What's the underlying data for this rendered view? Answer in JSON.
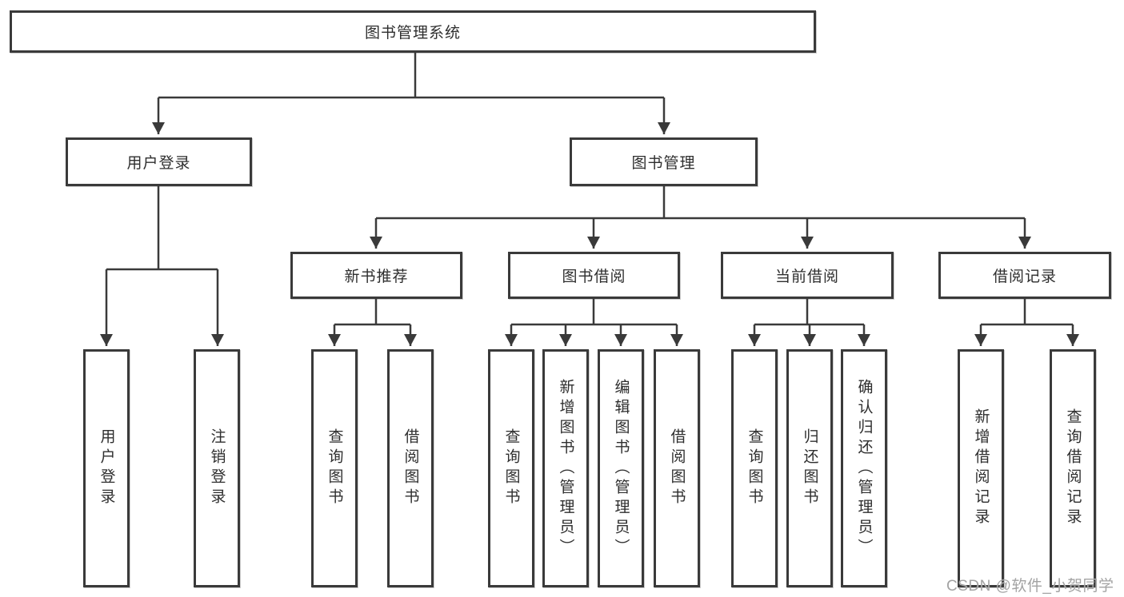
{
  "diagram": {
    "root": {
      "label": "图书管理系统"
    },
    "level2": [
      {
        "label": "用户登录"
      },
      {
        "label": "图书管理"
      }
    ],
    "level3": [
      {
        "label": "新书推荐"
      },
      {
        "label": "图书借阅"
      },
      {
        "label": "当前借阅"
      },
      {
        "label": "借阅记录"
      }
    ],
    "leaves": {
      "login": [
        "用户登录",
        "注销登录"
      ],
      "newbook": [
        "查询图书",
        "借阅图书"
      ],
      "borrow": [
        "查询图书",
        "新增图书（管理员）",
        "编辑图书（管理员）",
        "借阅图书"
      ],
      "current": [
        "查询图书",
        "归还图书",
        "确认归还（管理员）"
      ],
      "records": [
        "新增借阅记录",
        "查询借阅记录"
      ]
    }
  },
  "watermark": {
    "text": "CSDN @软件_小贺同学"
  },
  "colors": {
    "line": "#3a3a3a",
    "box_border": "#3a3a3a",
    "text": "#2e2e2e",
    "watermark": "#a3a3a3",
    "background": "#ffffff"
  }
}
